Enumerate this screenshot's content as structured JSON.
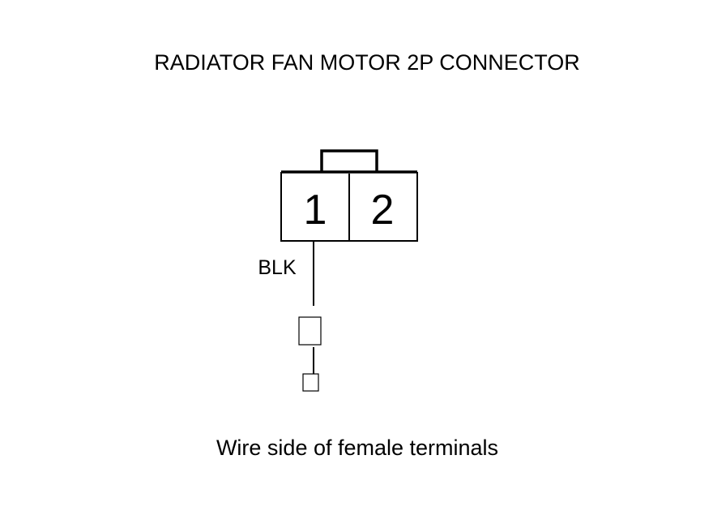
{
  "title": "RADIATOR FAN MOTOR 2P CONNECTOR",
  "connector": {
    "pins": [
      {
        "label": "1"
      },
      {
        "label": "2"
      }
    ]
  },
  "wire": {
    "color_label": "BLK"
  },
  "caption": "Wire side of female terminals"
}
